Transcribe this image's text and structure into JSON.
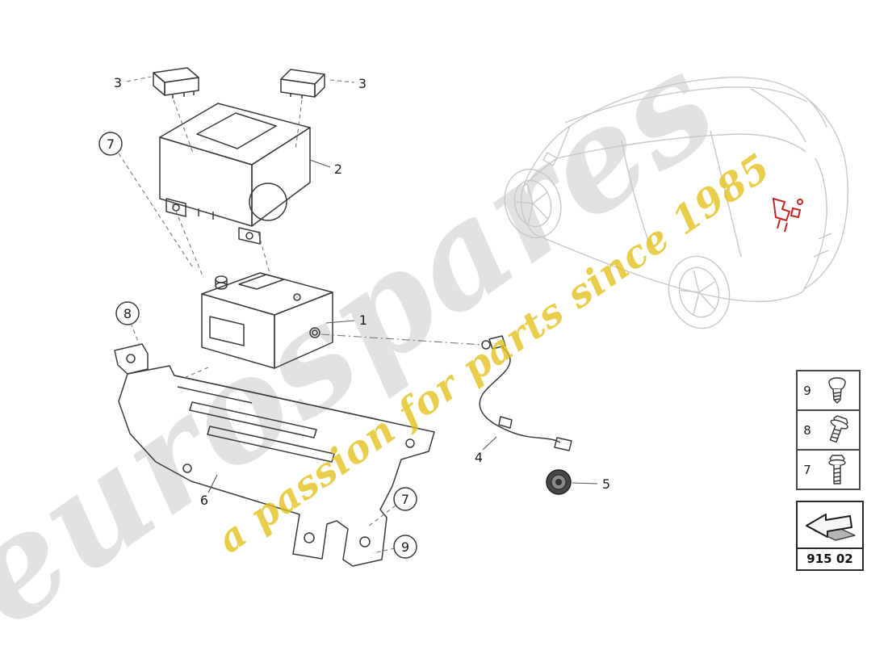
{
  "watermark": {
    "brand": "eurospares",
    "tagline": "a passion for parts since 1985"
  },
  "callouts": {
    "part1": "1",
    "part2": "2",
    "part3_left": "3",
    "part3_right": "3",
    "part4": "4",
    "part5": "5",
    "part6": "6",
    "part7_top": "7",
    "part7_bottom": "7",
    "part8": "8",
    "part9": "9"
  },
  "legend": {
    "items": [
      {
        "number": "9",
        "icon": "countersunk-screw-icon"
      },
      {
        "number": "8",
        "icon": "flange-bolt-icon"
      },
      {
        "number": "7",
        "icon": "hex-bolt-icon"
      }
    ]
  },
  "part_code": {
    "code": "915 02"
  },
  "colors": {
    "line": "#3a3a3a",
    "car_sketch": "#c8c8c8",
    "highlight": "#c42222",
    "watermark_tagline": "#e2c11d"
  }
}
